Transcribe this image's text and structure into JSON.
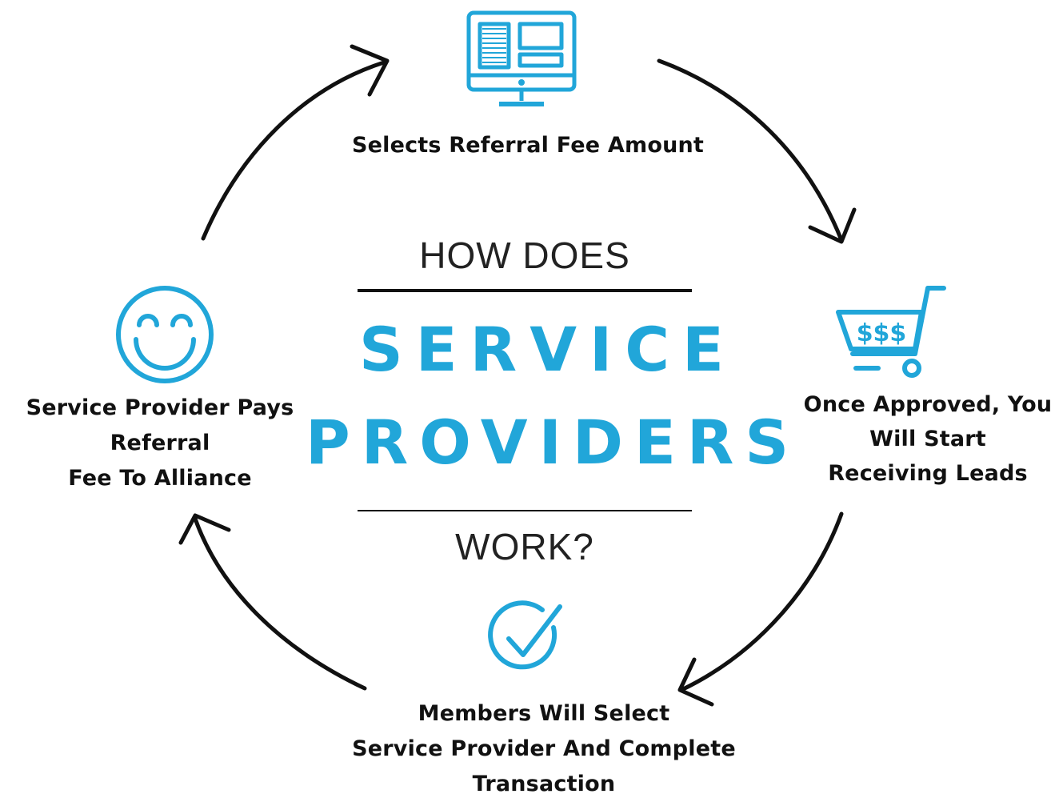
{
  "colors": {
    "accent": "#21a6d9",
    "text": "#111111",
    "arrow": "#111111"
  },
  "center": {
    "heading_top": "HOW DOES",
    "word_1": "SERVICE",
    "word_2": "PROVIDERS",
    "heading_bottom": "WORK?"
  },
  "steps": [
    {
      "icon": "monitor-icon",
      "lines": [
        "Selects Referral Fee Amount"
      ]
    },
    {
      "icon": "shopping-cart-icon",
      "icon_text": "$$$",
      "lines": [
        "Once Approved, You",
        "Will Start",
        "Receiving Leads"
      ]
    },
    {
      "icon": "checkmark-circle-icon",
      "lines": [
        "Members Will Select",
        "Service Provider And Complete",
        "Transaction"
      ]
    },
    {
      "icon": "smiley-face-icon",
      "lines": [
        "Service Provider Pays",
        "Referral",
        "Fee To Alliance"
      ]
    }
  ]
}
